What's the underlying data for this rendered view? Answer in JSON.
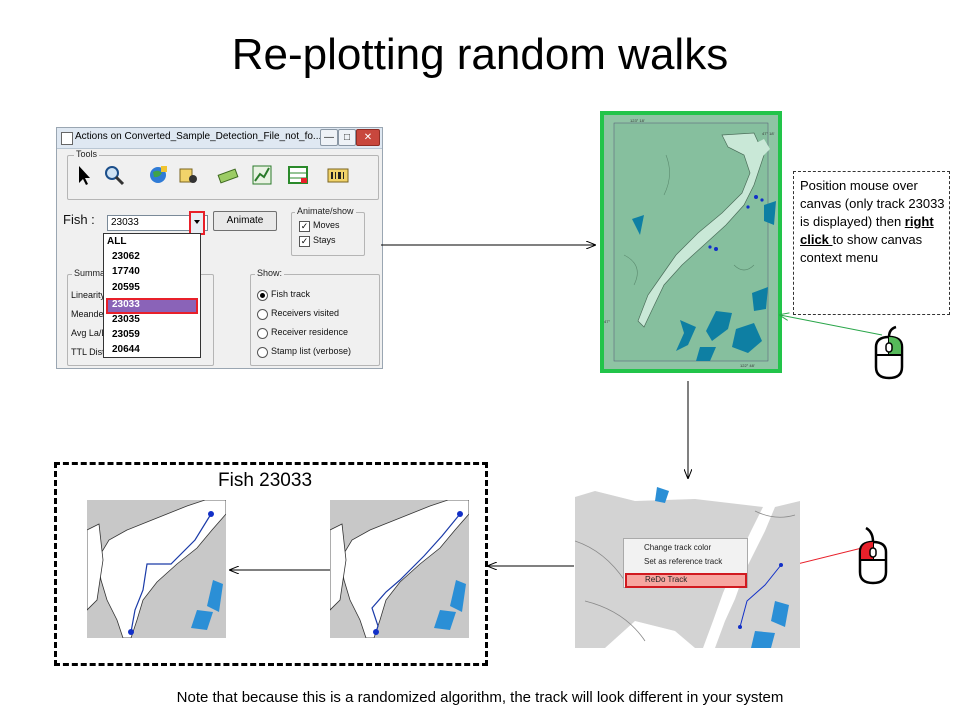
{
  "slide": {
    "title": "Re-plotting random walks",
    "note": "Note that because this is a randomized algorithm, the track will look different in your system",
    "fish_label": "Fish 23033"
  },
  "window": {
    "title": "Actions on Converted_Sample_Detection_File_not_fo...",
    "tools_group": "Tools",
    "fish_label": "Fish :",
    "fish_value": "23033",
    "animate_button": "Animate",
    "animate_show_group": "Animate/show",
    "checkboxes": [
      {
        "label": "Moves",
        "checked": true
      },
      {
        "label": "Stays",
        "checked": true
      }
    ],
    "summary_group": "Summar",
    "summary_rows": [
      "Linearity",
      "Meande",
      "Avg La/L",
      "TTL Dist"
    ],
    "dropdown_items": [
      "ALL",
      "23062",
      "17740",
      "20595",
      "23033",
      "23035",
      "23059",
      "20644"
    ],
    "dropdown_selected": "23033",
    "show_group": "Show:",
    "radios": [
      {
        "label": "Fish track",
        "selected": true
      },
      {
        "label": "Receivers visited",
        "selected": false
      },
      {
        "label": "Receiver residence",
        "selected": false
      },
      {
        "label": "Stamp list (verbose)",
        "selected": false
      }
    ],
    "controls": {
      "minimize": "—",
      "maximize": "□",
      "close": "✕"
    }
  },
  "map_canvas": {
    "labels": [
      "123° 18'",
      "47° 18'",
      "47°",
      "122° 48'"
    ]
  },
  "callout": {
    "text_before": "Position mouse over canvas (only track 23033  is displayed) then ",
    "link_text": "right click ",
    "text_after": "to show canvas context menu"
  },
  "context_menu": {
    "items": [
      "Change track color",
      "Set as reference track",
      "ReDo Track"
    ],
    "highlighted": "ReDo Track"
  },
  "colors": {
    "accent_green": "#22c44a",
    "highlight_red": "#e8202a",
    "map_land": "#8fc4a4",
    "map_water_light": "#c9e8d7",
    "map_water_dark": "#0e7fa3"
  }
}
